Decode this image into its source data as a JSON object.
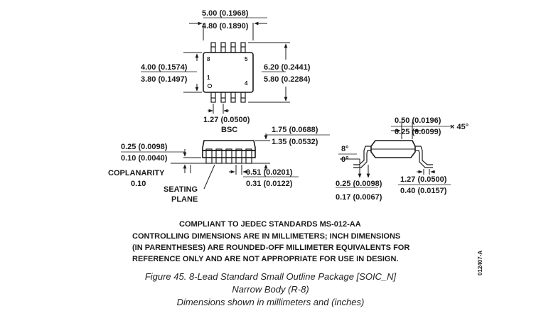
{
  "top_view": {
    "width_max": "5.00 (0.1968)",
    "width_min": "4.80 (0.1890)",
    "body_max": "4.00 (0.1574)",
    "body_min": "3.80 (0.1497)",
    "span_max": "6.20 (0.2441)",
    "span_min": "5.80 (0.2284)",
    "pitch": "1.27 (0.0500)",
    "pitch_note": "BSC",
    "pin_8": "8",
    "pin_5": "5",
    "pin_1": "1",
    "pin_4": "4"
  },
  "side_view": {
    "height_max": "1.75 (0.0688)",
    "height_min": "1.35 (0.0532)",
    "standoff_max": "0.25 (0.0098)",
    "standoff_min": "0.10 (0.0040)",
    "lead_width_max": "0.51 (0.0201)",
    "lead_width_min": "0.31 (0.0122)",
    "coplanarity_label": "COPLANARITY",
    "coplanarity_value": "0.10",
    "seating_label_1": "SEATING",
    "seating_label_2": "PLANE"
  },
  "end_view": {
    "chamfer_max": "0.50 (0.0196)",
    "chamfer_min": "0.25 (0.0099)",
    "chamfer_angle": "× 45°",
    "angle_max": "8°",
    "angle_min": "0°",
    "thickness_max": "0.25 (0.0098)",
    "thickness_min": "0.17 (0.0067)",
    "foot_max": "1.27 (0.0500)",
    "foot_min": "0.40 (0.0157)"
  },
  "notes": {
    "jedec": "COMPLIANT TO JEDEC STANDARDS MS-012-AA",
    "line_1": "CONTROLLING DIMENSIONS ARE IN MILLIMETERS; INCH DIMENSIONS",
    "line_2": "(IN PARENTHESES) ARE ROUNDED-OFF MILLIMETER EQUIVALENTS FOR",
    "line_3": "REFERENCE ONLY AND ARE NOT APPROPRIATE FOR USE IN DESIGN."
  },
  "caption": {
    "line_1": "Figure 45. 8-Lead Standard Small Outline Package [SOIC_N]",
    "line_2": "Narrow Body (R-8)",
    "line_3": "Dimensions shown in millimeters and (inches)"
  },
  "figure_code": "012407-A"
}
